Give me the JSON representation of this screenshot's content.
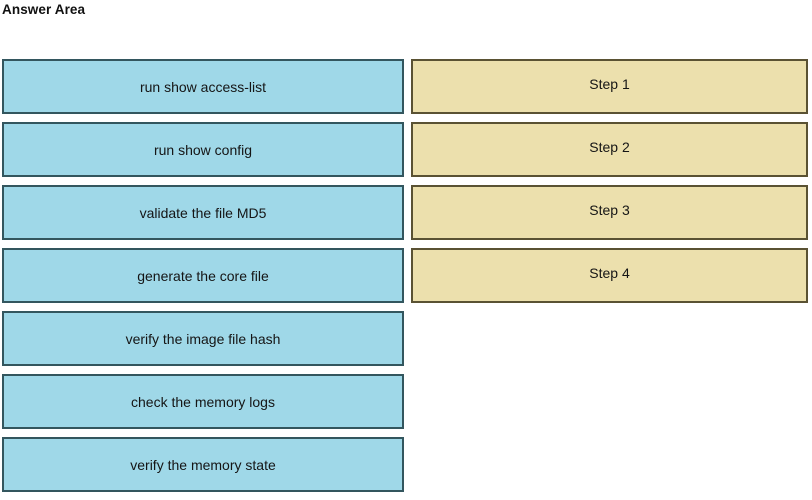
{
  "page": {
    "title": "Answer Area",
    "colors": {
      "option_fill": "#9fd8e8",
      "option_border": "#33565e",
      "step_fill": "#ece0ad",
      "step_border": "#5a5233",
      "text": "#151515",
      "background": "#ffffff"
    }
  },
  "options_column": {
    "name": "draggable-options",
    "items": [
      {
        "label": "run show access-list"
      },
      {
        "label": "run show config"
      },
      {
        "label": "validate the file MD5"
      },
      {
        "label": "generate the core file"
      },
      {
        "label": "verify the image file hash"
      },
      {
        "label": "check the memory logs"
      },
      {
        "label": "verify the memory state"
      }
    ]
  },
  "steps_column": {
    "name": "answer-drop-targets",
    "items": [
      {
        "label": "Step 1"
      },
      {
        "label": "Step 2"
      },
      {
        "label": "Step 3"
      },
      {
        "label": "Step 4"
      }
    ]
  }
}
